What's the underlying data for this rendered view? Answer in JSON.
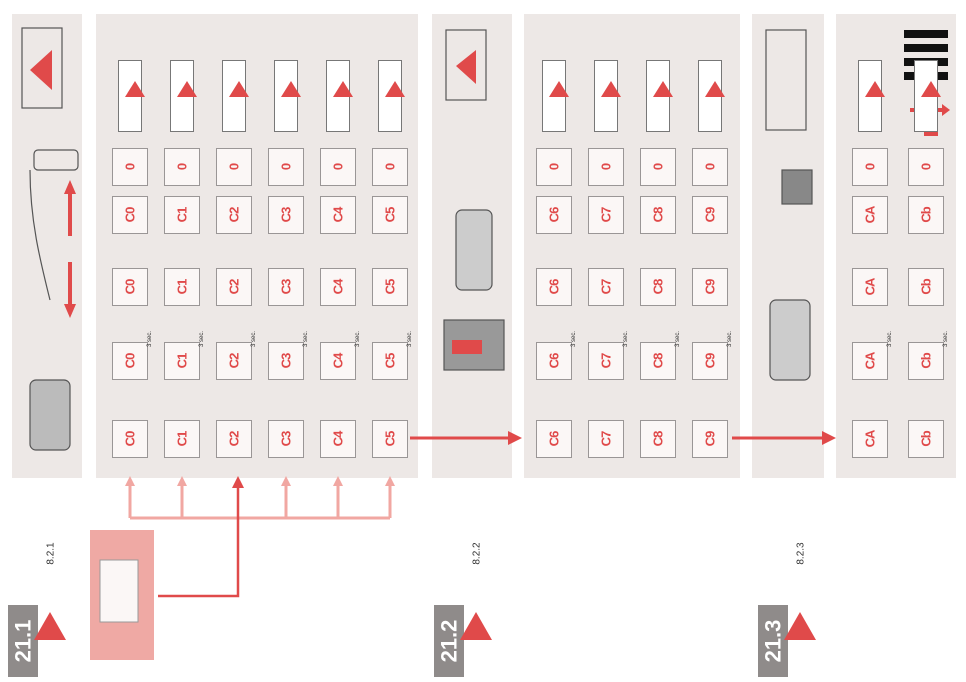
{
  "sections": [
    {
      "label": "21.1",
      "ref": "8.2.1"
    },
    {
      "label": "21.2",
      "ref": "8.2.2"
    },
    {
      "label": "21.3",
      "ref": "8.2.3"
    }
  ],
  "hold_label": "3 sec.",
  "sec1_rows": [
    {
      "codes": [
        "C0",
        "C0",
        "C0",
        "C0"
      ]
    },
    {
      "codes": [
        "C1",
        "C1",
        "C1",
        "C1"
      ]
    },
    {
      "codes": [
        "C2",
        "C2",
        "C2",
        "C2"
      ]
    },
    {
      "codes": [
        "C3",
        "C3",
        "C3",
        "C3"
      ]
    },
    {
      "codes": [
        "C4",
        "C4",
        "C4",
        "C4"
      ]
    },
    {
      "codes": [
        "C5",
        "C5",
        "C5",
        "C5"
      ]
    }
  ],
  "sec2_rows": [
    {
      "codes": [
        "C6",
        "C6",
        "C6",
        "C6"
      ]
    },
    {
      "codes": [
        "C7",
        "C7",
        "C7",
        "C7"
      ]
    },
    {
      "codes": [
        "C8",
        "C8",
        "C8",
        "C8"
      ]
    },
    {
      "codes": [
        "C9",
        "C9",
        "C9",
        "C9"
      ]
    }
  ],
  "sec3_rows": [
    {
      "codes": [
        "CA",
        "CA",
        "CA",
        "CA"
      ]
    },
    {
      "codes": [
        "Cb",
        "Cb",
        "Cb",
        "Cb"
      ]
    }
  ],
  "mode_symbol": "0",
  "colors": {
    "accent": "#e04a4a",
    "panel": "#ede8e6",
    "section_tab": "#8f8b8a"
  }
}
